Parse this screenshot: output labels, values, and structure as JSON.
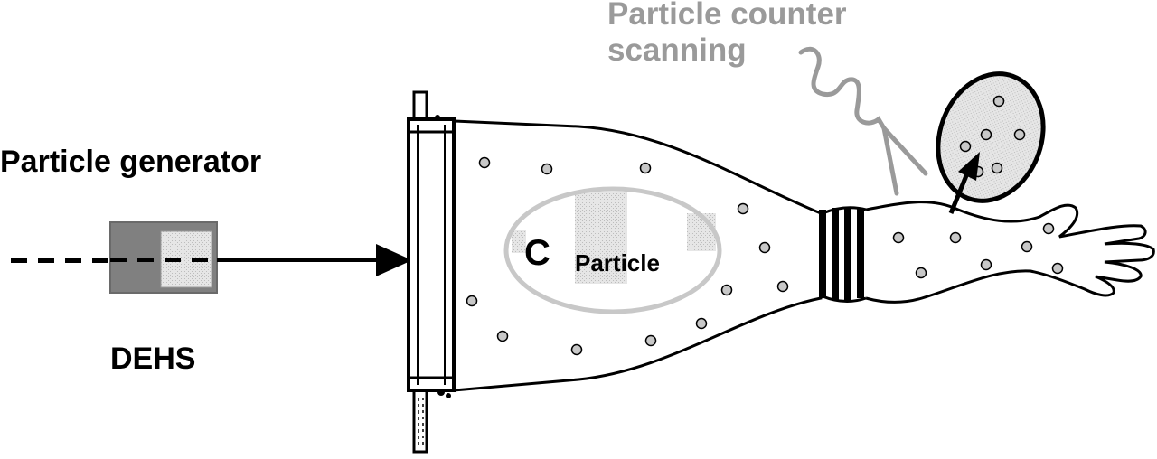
{
  "labels": {
    "generator": "Particle generator",
    "aerosol": "DEHS",
    "counter_line1": "Particle counter",
    "counter_line2": "scanning",
    "concentration_symbol": "C",
    "concentration_subscript": "Particle"
  },
  "colors": {
    "outline": "#000000",
    "label_gray": "#9a9a9a",
    "generator_box": "#808080",
    "generator_inner": "#d0d0d0",
    "particle_dot": "#c8c8c8",
    "ellipse_ring": "#c8c8c8",
    "probe_line": "#9a9a9a",
    "patch": "#e4e4e4"
  },
  "icons": {
    "generator": "particle-generator-box",
    "glove": "glove-arm-icon",
    "probe": "scanning-probe-icon"
  }
}
